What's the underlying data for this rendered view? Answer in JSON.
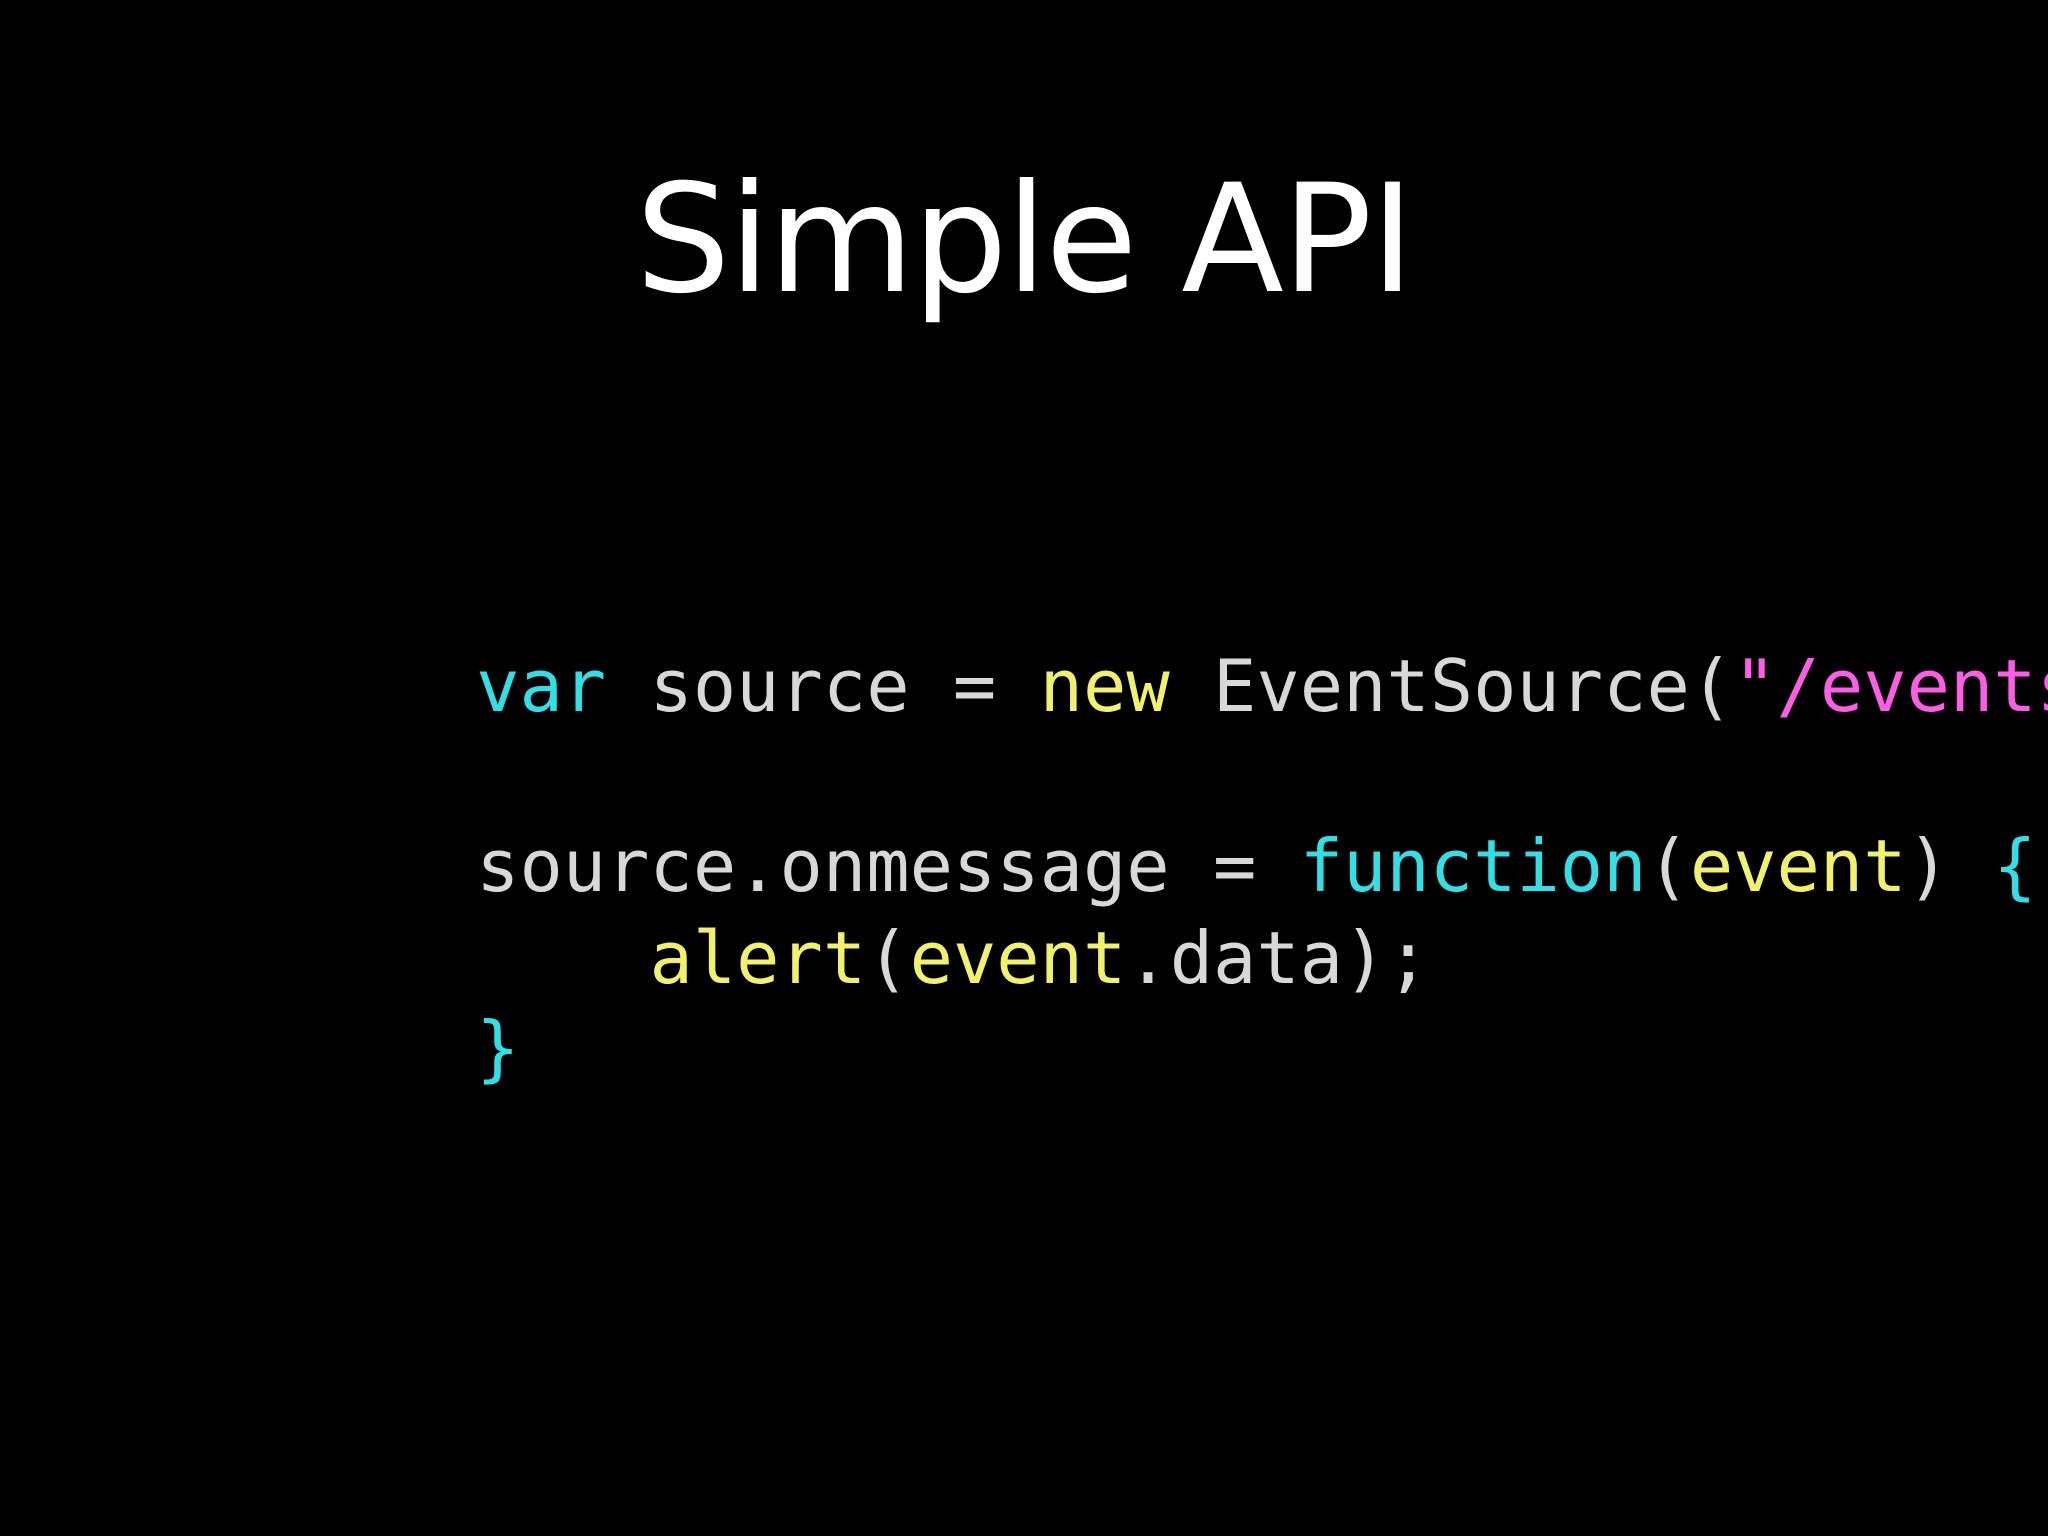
{
  "slide": {
    "title": "Simple API"
  },
  "colors": {
    "background": "#000000",
    "title": "#ffffff",
    "plain": "#d8d8d8",
    "keyword": "#2fe0e6",
    "new_keyword": "#f2f26a",
    "call": "#f2f26a",
    "string": "#ff5ce8"
  },
  "code": {
    "lines": [
      [
        {
          "text": "var",
          "color": "#2fe0e6"
        },
        {
          "text": " source = ",
          "color": "#d8d8d8"
        },
        {
          "text": "new",
          "color": "#f2f26a"
        },
        {
          "text": " EventSource(",
          "color": "#d8d8d8"
        },
        {
          "text": "\"/events\"",
          "color": "#ff5ce8"
        },
        {
          "text": ");",
          "color": "#d8d8d8"
        }
      ],
      [
        {
          "text": "source.onmessage = ",
          "color": "#d8d8d8"
        },
        {
          "text": "function",
          "color": "#2fe0e6"
        },
        {
          "text": "(",
          "color": "#d8d8d8"
        },
        {
          "text": "event",
          "color": "#f2f26a"
        },
        {
          "text": ") ",
          "color": "#d8d8d8"
        },
        {
          "text": "{",
          "color": "#2fe0e6"
        }
      ],
      [
        {
          "text": "    ",
          "color": "#d8d8d8"
        },
        {
          "text": "alert",
          "color": "#f2f26a"
        },
        {
          "text": "(",
          "color": "#d8d8d8"
        },
        {
          "text": "event",
          "color": "#f2f26a"
        },
        {
          "text": ".data);",
          "color": "#d8d8d8"
        }
      ],
      [
        {
          "text": "}",
          "color": "#2fe0e6"
        }
      ]
    ]
  }
}
